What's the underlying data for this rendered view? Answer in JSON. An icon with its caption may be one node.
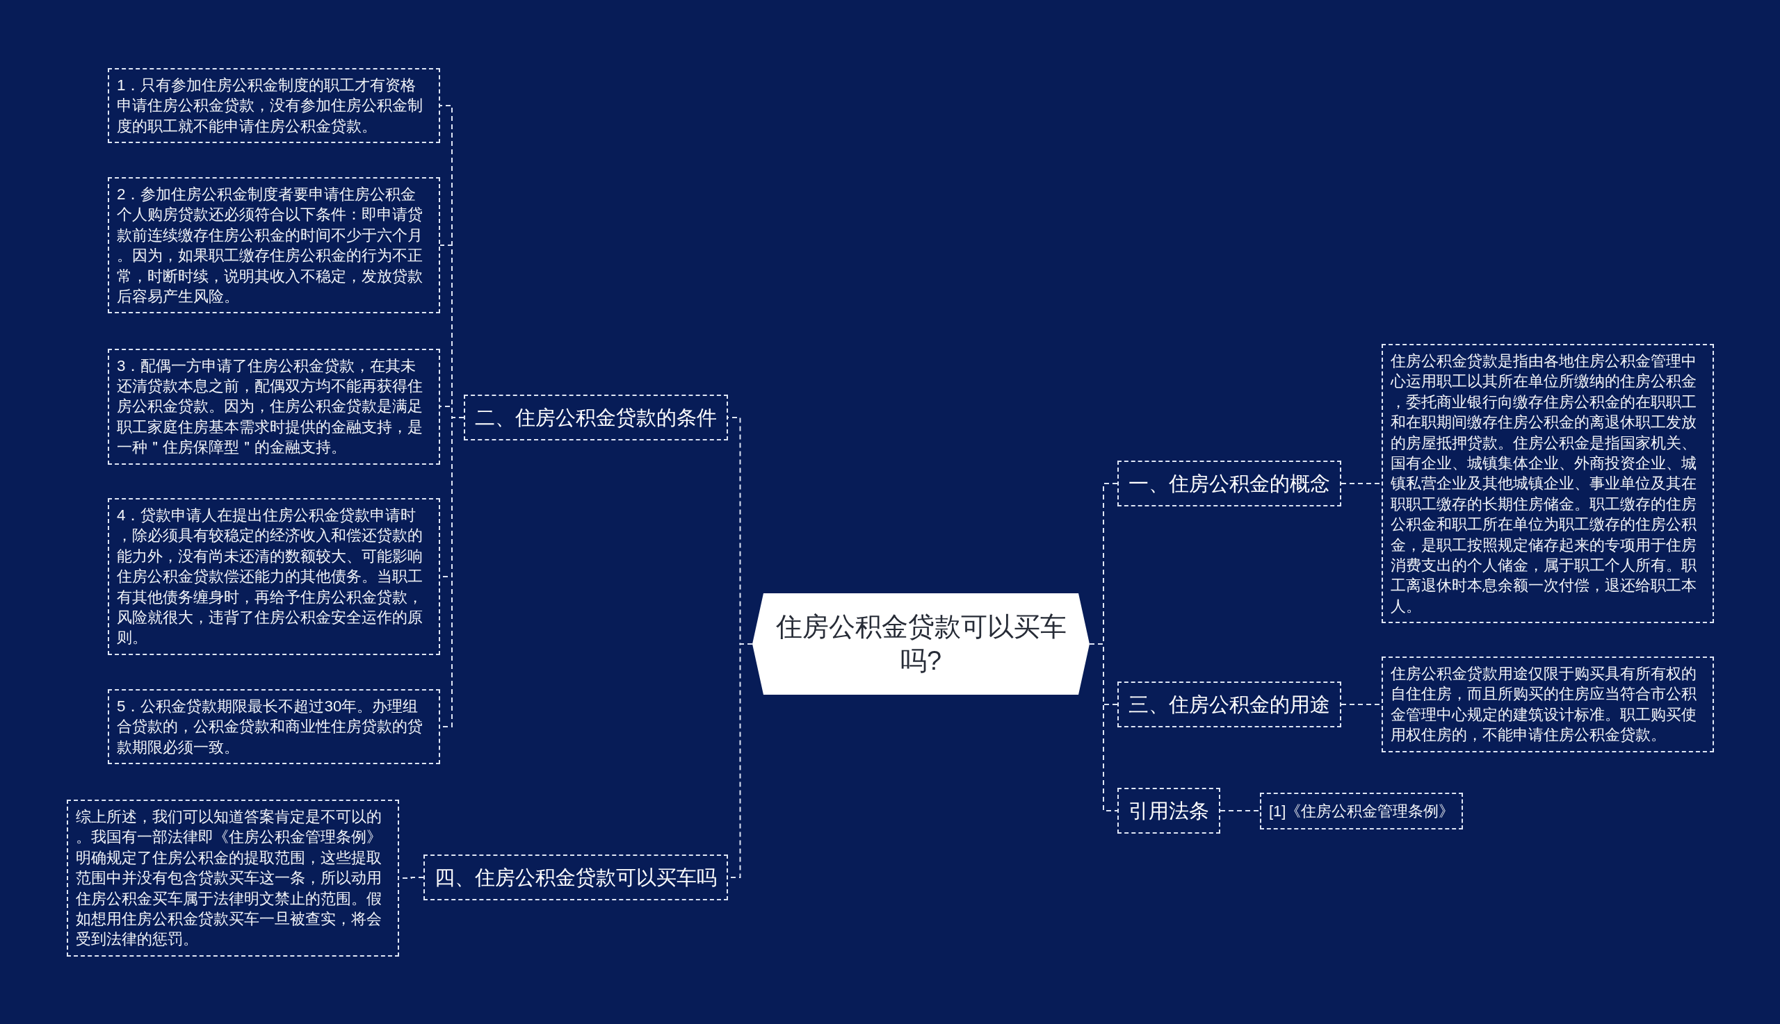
{
  "diagram": {
    "nodes": [
      {
        "text": [
          "住房公积金贷款可以买车吗?"
        ]
      },
      {
        "text": [
          "二、住房公积金贷款的条件"
        ]
      },
      {
        "text": [
          "1．只有参加住房公积金制度的职工才有资格申请住房公积金贷款，没有参加住房公积金制度的职工就不能申请住房公积金贷款。"
        ]
      },
      {
        "text": [
          "2．参加住房公积金制度者要申请住房公积金个人购房贷款还必须符合以下条件：即申请贷款前连续缴存住房公积金的时间不少于六个月。因为，如果职工缴存住房公积金的行为不正常，时断时续，说明其收入不稳定，发放贷款后容易产生风险。"
        ]
      },
      {
        "text": [
          "3．配偶一方申请了住房公积金贷款，在其未还清贷款本息之前，配偶双方均不能再获得住房公积金贷款。因为，住房公积金贷款是满足职工家庭住房基本需求时提供的金融支持，是一种＂住房保障型＂的金融支持。"
        ]
      },
      {
        "text": [
          "4．贷款申请人在提出住房公积金贷款申请时，除必须具有较稳定的经济收入和偿还贷款的能力外，没有尚未还清的数额较大、可能影响住房公积金贷款偿还能力的其他债务。当职工有其他债务缠身时，再给予住房公积金贷款，风险就很大，违背了住房公积金安全运作的原则。"
        ]
      },
      {
        "text": [
          "5．公积金贷款期限最长不超过30年。办理组合贷款的，公积金贷款和商业性住房贷款的贷款期限必须一致。"
        ]
      },
      {
        "text": [
          "四、住房公积金贷款可以买车吗"
        ]
      },
      {
        "text": [
          "综上所述，我们可以知道答案肯定是不可以的。我国有一部法律即《住房公积金管理条例》明确规定了住房公积金的提取范围，这些提取范围中并没有包含贷款买车这一条，所以动用住房公积金买车属于法律明文禁止的范围。假如想用住房公积金贷款买车一旦被查实，将会受到法律的惩罚。"
        ]
      },
      {
        "text": [
          "一、住房公积金的概念"
        ]
      },
      {
        "text": [
          "住房公积金贷款是指由各地住房公积金管理中心运用职工以其所在单位所缴纳的住房公积金，委托商业银行向缴存住房公积金的在职职工和在职期间缴存住房公积金的离退休职工发放的房屋抵押贷款。住房公积金是指国家机关、国有企业、城镇集体企业、外商投资企业、城镇私营企业及其他城镇企业、事业单位及其在职职工缴存的长期住房储金。职工缴存的住房公积金和职工所在单位为职工缴存的住房公积金，是职工按照规定储存起来的专项用于住房消费支出的个人储金，属于职工个人所有。职工离退休时本息余额一次付偿，退还给职工本人。"
        ]
      },
      {
        "text": [
          "三、住房公积金的用途"
        ]
      },
      {
        "text": [
          "住房公积金贷款用途仅限于购买具有所有权的自住住房，而且所购买的住房应当符合市公积金管理中心规定的建筑设计标准。职工购买使用权住房的，不能申请住房公积金贷款。"
        ]
      },
      {
        "text": [
          "引用法条"
        ]
      },
      {
        "text": [
          "[1]《住房公积金管理条例》"
        ]
      }
    ],
    "edges": [
      {
        "from": 0,
        "to": 1,
        "arrow": "none"
      },
      {
        "from": 0,
        "to": 7,
        "arrow": "none"
      },
      {
        "from": 0,
        "to": 9,
        "arrow": "none"
      },
      {
        "from": 0,
        "to": 11,
        "arrow": "none"
      },
      {
        "from": 0,
        "to": 13,
        "arrow": "none"
      },
      {
        "from": 1,
        "to": 2,
        "arrow": "none"
      },
      {
        "from": 1,
        "to": 3,
        "arrow": "none"
      },
      {
        "from": 1,
        "to": 4,
        "arrow": "none"
      },
      {
        "from": 1,
        "to": 5,
        "arrow": "none"
      },
      {
        "from": 1,
        "to": 6,
        "arrow": "none"
      },
      {
        "from": 7,
        "to": 8,
        "arrow": "none"
      },
      {
        "from": 9,
        "to": 10,
        "arrow": "none"
      },
      {
        "from": 11,
        "to": 12,
        "arrow": "none"
      },
      {
        "from": 13,
        "to": 14,
        "arrow": "none"
      }
    ]
  }
}
